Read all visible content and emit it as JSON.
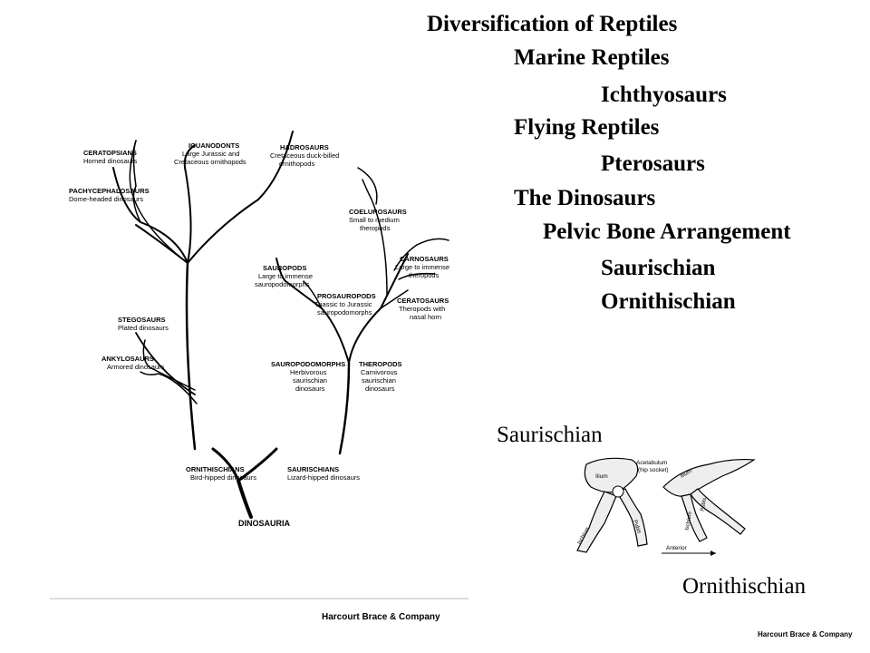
{
  "outline": {
    "title": "Diversification of Reptiles",
    "items": [
      {
        "text": "Marine Reptiles",
        "level": 1
      },
      {
        "text": "Ichthyosaurs",
        "level": 2
      },
      {
        "text": "Flying Reptiles",
        "level": 1
      },
      {
        "text": "Pterosaurs",
        "level": 2
      },
      {
        "text": "The Dinosaurs",
        "level": 1
      },
      {
        "text": "Pelvic Bone Arrangement",
        "level": 1.5
      },
      {
        "text": "Saurischian",
        "level": 2
      },
      {
        "text": "Ornithischian",
        "level": 2
      }
    ]
  },
  "tree": {
    "root": "DINOSAURIA",
    "ornithischians": {
      "name": "ORNITHISCHIANS",
      "desc": "Bird-hipped dinosaurs"
    },
    "saurischians": {
      "name": "SAURISCHIANS",
      "desc": "Lizard-hipped dinosaurs"
    },
    "ceratopsians": {
      "name": "CERATOPSIANS",
      "desc": "Horned dinosaurs"
    },
    "pachycephalosaurs": {
      "name": "PACHYCEPHALOSAURS",
      "desc": "Dome-headed dinosaurs"
    },
    "iguanodonts": {
      "name": "IGUANODONTS",
      "desc1": "Large Jurassic and",
      "desc2": "Cretaceous ornithopods"
    },
    "hadrosaurs": {
      "name": "HADROSAURS",
      "desc1": "Cretaceous duck-billed",
      "desc2": "ornithopods"
    },
    "stegosaurs": {
      "name": "STEGOSAURS",
      "desc": "Plated dinosaurs"
    },
    "ankylosaurs": {
      "name": "ANKYLOSAURS",
      "desc": "Armored dinosaurs"
    },
    "coelurosaurs": {
      "name": "COELUROSAURS",
      "desc1": "Small to medium",
      "desc2": "theropods"
    },
    "carnosaurs": {
      "name": "CARNOSAURS",
      "desc1": "Large to immense",
      "desc2": "theropods"
    },
    "ceratosaurs": {
      "name": "CERATOSAURS",
      "desc1": "Theropods with",
      "desc2": "nasal horn"
    },
    "sauropods": {
      "name": "SAUROPODS",
      "desc1": "Large to immense",
      "desc2": "sauropodomorphs"
    },
    "prosauropods": {
      "name": "PROSAUROPODS",
      "desc1": "Triassic to Jurassic",
      "desc2": "sauropodomorphs"
    },
    "sauropodomorphs": {
      "name": "SAUROPODOMORPHS",
      "desc1": "Herbivorous",
      "desc2": "saurischian",
      "desc3": "dinosaurs"
    },
    "theropods": {
      "name": "THEROPODS",
      "desc1": "Carnivorous",
      "desc2": "saurischian",
      "desc3": "dinosaurs"
    }
  },
  "captions": {
    "saurischian": "Saurischian",
    "ornithischian": "Ornithischian"
  },
  "pelvis": {
    "acetabulum": "Acetabulum",
    "hip_socket": "(hip socket)",
    "ilium_left": "Ilium",
    "ischium_left": "Ischium",
    "pubis_left": "Pubis",
    "ilium_right": "Ilium",
    "ischium_right": "Ischium",
    "pubis_right": "Pubis",
    "anterior": "Anterior"
  },
  "credits": {
    "tree_credit": "Harcourt Brace & Company",
    "pelvis_credit": "Harcourt Brace & Company"
  }
}
